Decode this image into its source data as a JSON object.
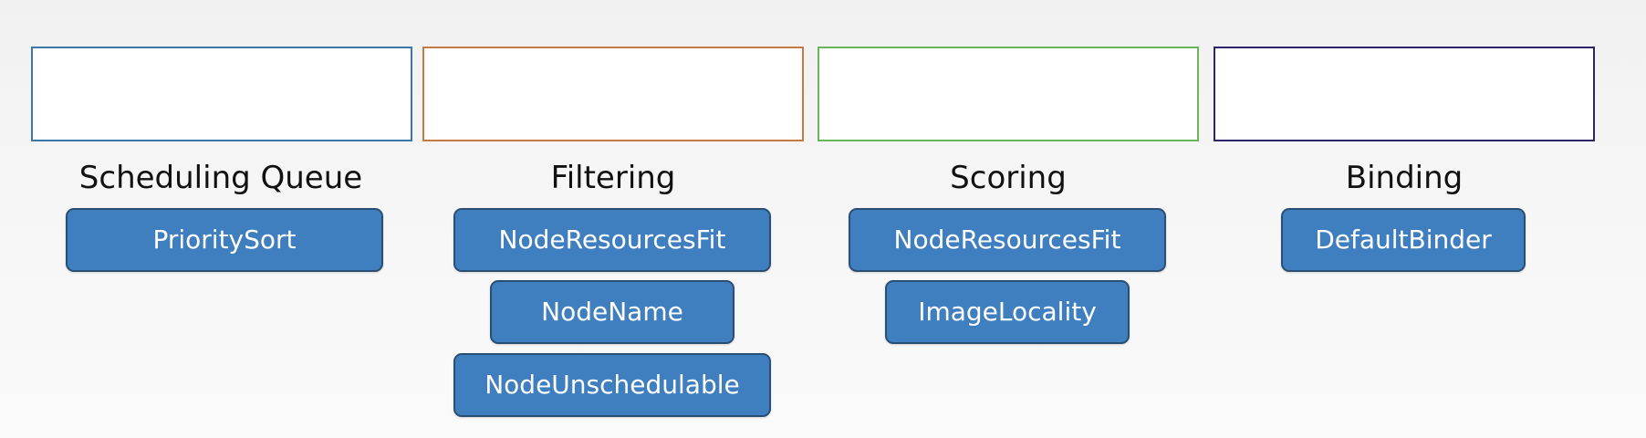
{
  "colors": {
    "scheduling_border": "#3b78a8",
    "filtering_border": "#c57a44",
    "scoring_border": "#69b55a",
    "binding_border": "#2d2569",
    "plugin_fill": "#3f7fbf",
    "plugin_border": "#2b4f73"
  },
  "stages": [
    {
      "title": "Scheduling Queue",
      "plugins": [
        "PrioritySort"
      ]
    },
    {
      "title": "Filtering",
      "plugins": [
        "NodeResourcesFit",
        "NodeName",
        "NodeUnschedulable"
      ]
    },
    {
      "title": "Scoring",
      "plugins": [
        "NodeResourcesFit",
        "ImageLocality"
      ]
    },
    {
      "title": "Binding",
      "plugins": [
        "DefaultBinder"
      ]
    }
  ]
}
